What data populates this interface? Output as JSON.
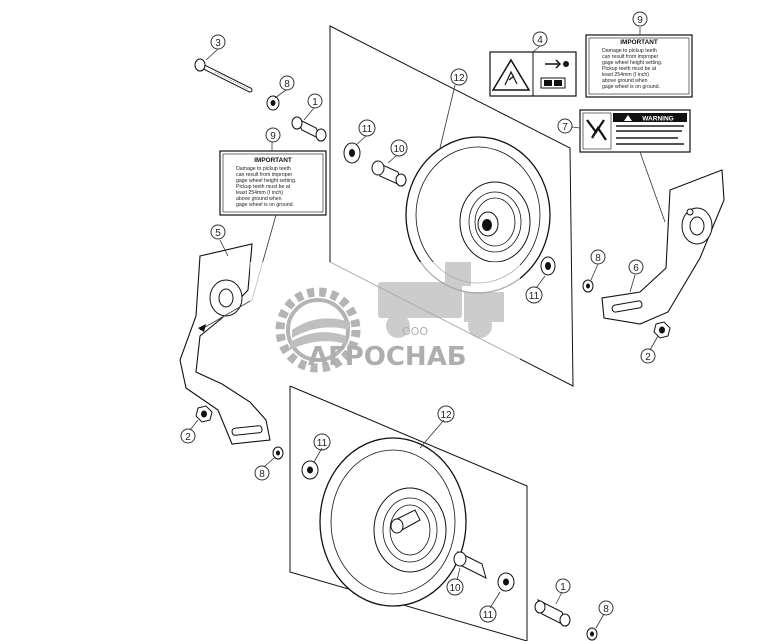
{
  "callouts": {
    "c1": "1",
    "c2": "2",
    "c3": "3",
    "c4": "4",
    "c5": "5",
    "c6": "6",
    "c7": "7",
    "c8": "8",
    "c9": "9",
    "c10": "10",
    "c11": "11",
    "c12": "12"
  },
  "decal_important": {
    "heading": "IMPORTANT",
    "lines": [
      "Damage to pickup teeth",
      "can result from improper",
      "gage wheel height setting.",
      "Pickup teeth must be at",
      "least 254mm (I inch)",
      "above ground when",
      "gage wheel is on ground."
    ]
  },
  "decal_warning": {
    "heading": "WARNING"
  },
  "watermark": {
    "company_prefix": "ООО",
    "company_name": "АГРОСНАБ"
  }
}
